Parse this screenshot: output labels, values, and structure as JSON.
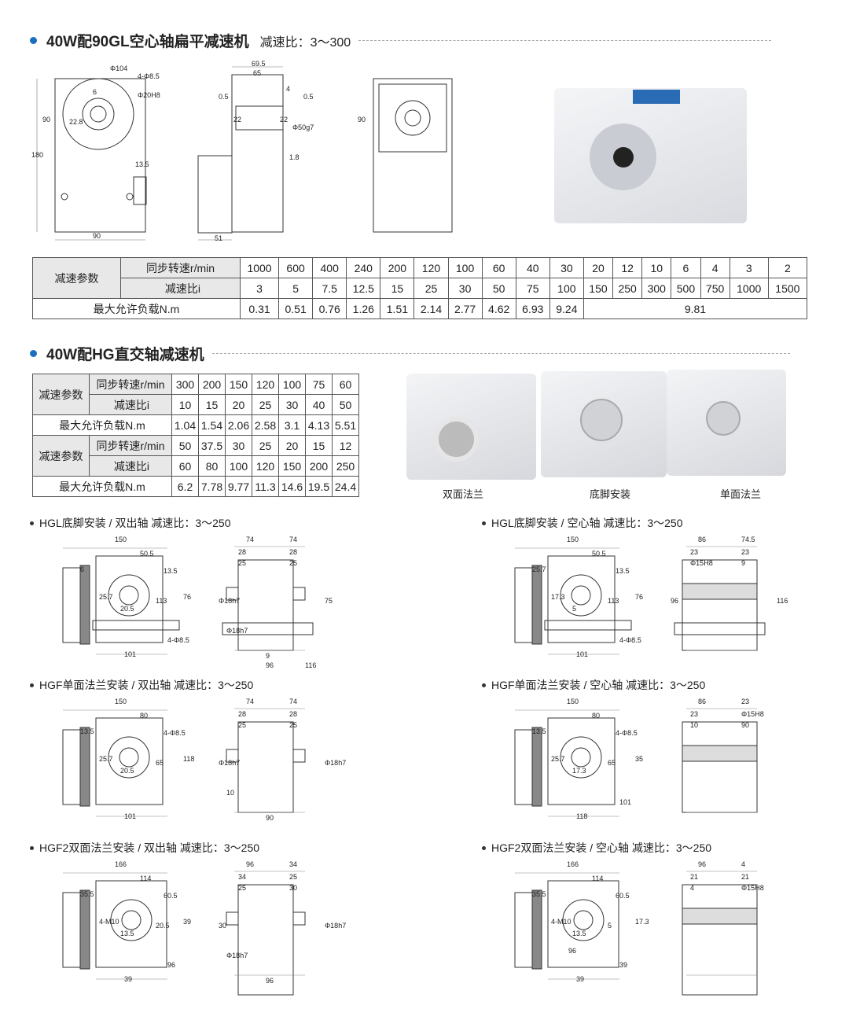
{
  "section1": {
    "title": "40W配90GL空心轴扁平减速机",
    "ratio": "减速比：3～300",
    "dims": [
      "Φ104",
      "4-Φ8.5",
      "Φ20H8",
      "6",
      "22.8",
      "90",
      "180",
      "13.5",
      "90",
      "69.5",
      "65",
      "0.5",
      "4",
      "0.5",
      "22",
      "22",
      "Φ50g7",
      "1.8",
      "51",
      "90"
    ]
  },
  "table1": {
    "group_label": "减速参数",
    "speed_label": "同步转速r/min",
    "ratio_label": "减速比i",
    "load_label": "最大允许负载N.m",
    "speeds": [
      "1000",
      "600",
      "400",
      "240",
      "200",
      "120",
      "100",
      "60",
      "40",
      "30",
      "20",
      "12",
      "10",
      "6",
      "4",
      "3",
      "2"
    ],
    "ratios": [
      "3",
      "5",
      "7.5",
      "12.5",
      "15",
      "25",
      "30",
      "50",
      "75",
      "100",
      "150",
      "250",
      "300",
      "500",
      "750",
      "1000",
      "1500"
    ],
    "loads": [
      "0.31",
      "0.51",
      "0.76",
      "1.26",
      "1.51",
      "2.14",
      "2.77",
      "4.62",
      "6.93",
      "9.24"
    ],
    "load_merged": "9.81"
  },
  "section2": {
    "title": "40W配HG直交轴减速机"
  },
  "table2": {
    "group_label": "减速参数",
    "speed_label": "同步转速r/min",
    "ratio_label": "减速比i",
    "load_label": "最大允许负载N.m",
    "blocks": [
      {
        "speeds": [
          "300",
          "200",
          "150",
          "120",
          "100",
          "75",
          "60"
        ],
        "ratios": [
          "10",
          "15",
          "20",
          "25",
          "30",
          "40",
          "50"
        ],
        "loads": [
          "1.04",
          "1.54",
          "2.06",
          "2.58",
          "3.1",
          "4.13",
          "5.51"
        ]
      },
      {
        "speeds": [
          "50",
          "37.5",
          "30",
          "25",
          "20",
          "15",
          "12"
        ],
        "ratios": [
          "60",
          "80",
          "100",
          "120",
          "150",
          "200",
          "250"
        ],
        "loads": [
          "6.2",
          "7.78",
          "9.77",
          "11.3",
          "14.6",
          "19.5",
          "24.4"
        ]
      }
    ]
  },
  "photos": {
    "captions": [
      "双面法兰",
      "底脚安装",
      "单面法兰"
    ]
  },
  "drawings": [
    {
      "title": "HGL底脚安装 / 双出轴  减速比：3～250",
      "front": [
        "150",
        "50.5",
        "13.5",
        "6",
        "25.7",
        "20.5",
        "113",
        "76",
        "101",
        "4-Φ8.5"
      ],
      "side": [
        "74",
        "74",
        "28",
        "28",
        "25",
        "25",
        "Φ18h7",
        "75",
        "Φ18h7",
        "9",
        "96",
        "116"
      ]
    },
    {
      "title": "HGL底脚安装 / 空心轴  减速比：3～250",
      "front": [
        "150",
        "50.5",
        "13.5",
        "25.7",
        "17.3",
        "5",
        "113",
        "76",
        "101",
        "4-Φ8.5"
      ],
      "side": [
        "86",
        "74.5",
        "23",
        "23",
        "Φ15H8",
        "9",
        "96",
        "116"
      ]
    },
    {
      "title": "HGF单面法兰安装 / 双出轴  减速比：3～250",
      "front": [
        "150",
        "80",
        "4-Φ8.5",
        "13.5",
        "25.7",
        "20.5",
        "65",
        "118",
        "101"
      ],
      "side": [
        "74",
        "74",
        "28",
        "28",
        "25",
        "25",
        "Φ18h7",
        "Φ18h7",
        "10",
        "90"
      ]
    },
    {
      "title": "HGF单面法兰安装 / 空心轴  减速比：3～250",
      "front": [
        "150",
        "80",
        "4-Φ8.5",
        "13.5",
        "25.7",
        "17.3",
        "65",
        "35",
        "118",
        "101"
      ],
      "side": [
        "86",
        "23",
        "23",
        "Φ15H8",
        "10",
        "90"
      ]
    },
    {
      "title": "HGF2双面法兰安装 / 双出轴  减速比：3～250",
      "front": [
        "166",
        "114",
        "60.5",
        "35.5",
        "4-M10",
        "13.5",
        "20.5",
        "39",
        "39",
        "96"
      ],
      "side": [
        "96",
        "34",
        "34",
        "25",
        "25",
        "30",
        "30",
        "Φ18h7",
        "Φ18h7",
        "96"
      ]
    },
    {
      "title": "HGF2双面法兰安装 / 空心轴  减速比：3～250",
      "front": [
        "166",
        "114",
        "60.5",
        "35.5",
        "4-M10",
        "13.5",
        "5",
        "17.3",
        "39",
        "39",
        "96"
      ],
      "side": [
        "96",
        "4",
        "21",
        "21",
        "4",
        "Φ15H8"
      ]
    }
  ]
}
